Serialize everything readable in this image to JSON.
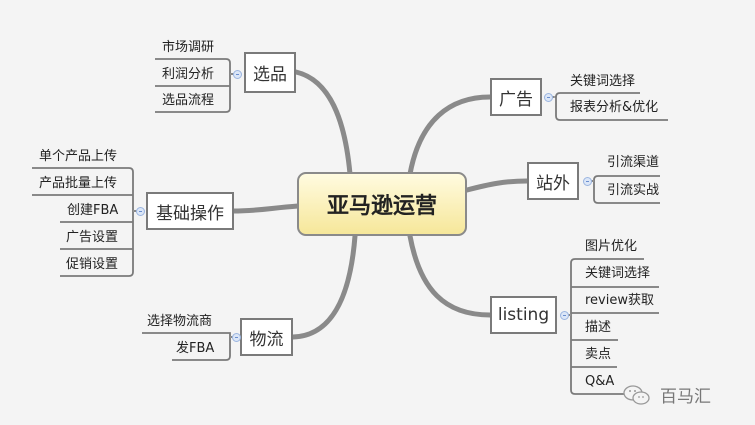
{
  "center": "亚马逊运营",
  "branches": {
    "xuanpin": {
      "label": "选品",
      "children": [
        "市场调研",
        "利润分析",
        "选品流程"
      ]
    },
    "jichu": {
      "label": "基础操作",
      "children": [
        "单个产品上传",
        "产品批量上传",
        "创建FBA",
        "广告设置",
        "促销设置"
      ]
    },
    "wuliu": {
      "label": "物流",
      "children": [
        "选择物流商",
        "发FBA"
      ]
    },
    "guanggao": {
      "label": "广告",
      "children": [
        "关键词选择",
        "报表分析&优化"
      ]
    },
    "zhanwai": {
      "label": "站外",
      "children": [
        "引流渠道",
        "引流实战"
      ]
    },
    "listing": {
      "label": "listing",
      "children": [
        "图片优化",
        "关键词选择",
        "review获取",
        "描述",
        "卖点",
        "Q&A"
      ]
    }
  },
  "watermark": "百马汇",
  "colors": {
    "branch": "#8a8a8a",
    "center_fill": "#f6e79a"
  }
}
